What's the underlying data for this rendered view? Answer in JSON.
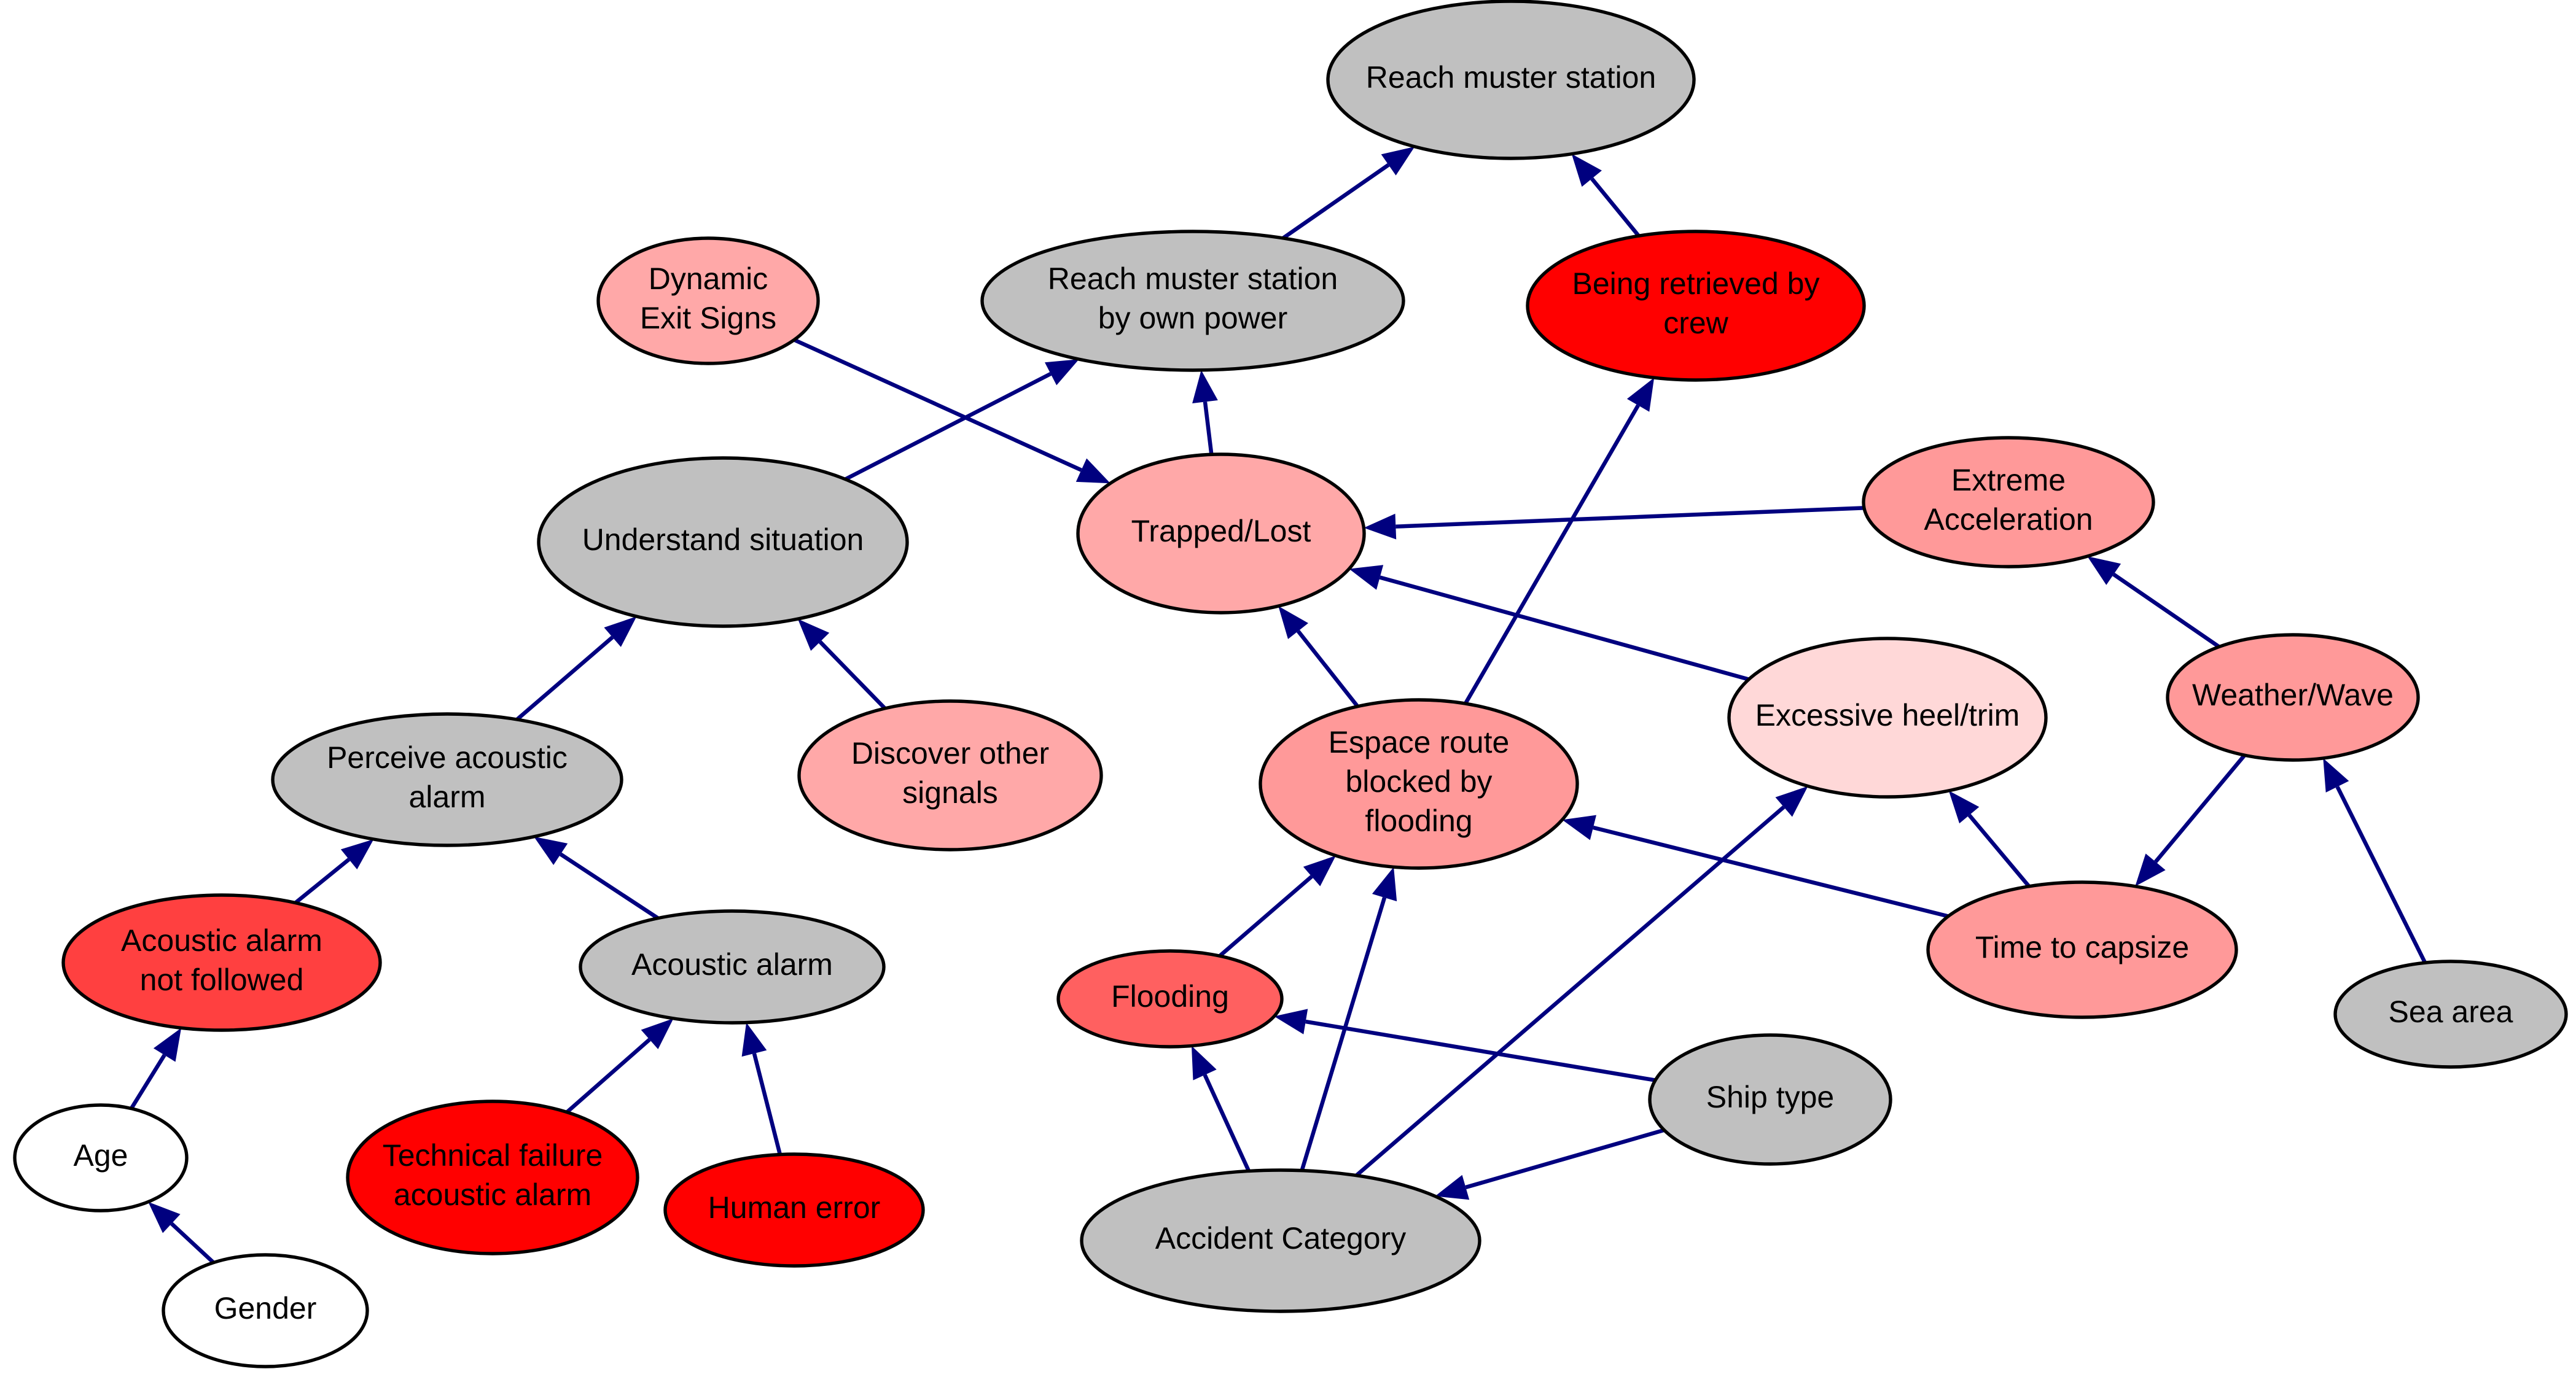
{
  "colors": {
    "edge": "#00007f",
    "gray": "#c0c0c0",
    "white": "#ffffff",
    "red": "#ff0000",
    "dark_red": "#ff4040",
    "medium_red": "#ff6060",
    "salmon": "#ff9999",
    "pink": "#ffa8a8",
    "light_pink": "#ffd8d8"
  },
  "nodes": [
    {
      "id": "reach_muster",
      "lines": [
        "Reach muster station"
      ],
      "color": "#c0c0c0"
    },
    {
      "id": "own_power",
      "lines": [
        "Reach muster station",
        "by own power"
      ],
      "color": "#c0c0c0"
    },
    {
      "id": "retrieved",
      "lines": [
        "Being retrieved by",
        "crew"
      ],
      "color": "#ff0000"
    },
    {
      "id": "exit_signs",
      "lines": [
        "Dynamic",
        "Exit Signs"
      ],
      "color": "#ffa8a8"
    },
    {
      "id": "understand",
      "lines": [
        "Understand situation"
      ],
      "color": "#c0c0c0"
    },
    {
      "id": "trapped",
      "lines": [
        "Trapped/Lost"
      ],
      "color": "#ffa8a8"
    },
    {
      "id": "extreme_acc",
      "lines": [
        "Extreme",
        "Acceleration"
      ],
      "color": "#ff9999"
    },
    {
      "id": "perceive",
      "lines": [
        "Perceive acoustic",
        "alarm"
      ],
      "color": "#c0c0c0"
    },
    {
      "id": "discover",
      "lines": [
        "Discover other",
        "signals"
      ],
      "color": "#ffa8a8"
    },
    {
      "id": "escape_blocked",
      "lines": [
        "Espace route",
        "blocked by",
        "flooding"
      ],
      "color": "#ff9999"
    },
    {
      "id": "heel",
      "lines": [
        "Excessive heel/trim"
      ],
      "color": "#ffd8d8"
    },
    {
      "id": "weather",
      "lines": [
        "Weather/Wave"
      ],
      "color": "#ff9999"
    },
    {
      "id": "alarm_not_followed",
      "lines": [
        "Acoustic alarm",
        "not followed"
      ],
      "color": "#ff4040"
    },
    {
      "id": "acoustic_alarm",
      "lines": [
        "Acoustic alarm"
      ],
      "color": "#c0c0c0"
    },
    {
      "id": "flooding",
      "lines": [
        "Flooding"
      ],
      "color": "#ff6060"
    },
    {
      "id": "capsize",
      "lines": [
        "Time to capsize"
      ],
      "color": "#ff9999"
    },
    {
      "id": "sea_area",
      "lines": [
        "Sea area"
      ],
      "color": "#c0c0c0"
    },
    {
      "id": "ship_type",
      "lines": [
        "Ship type"
      ],
      "color": "#c0c0c0"
    },
    {
      "id": "age",
      "lines": [
        "Age"
      ],
      "color": "#ffffff"
    },
    {
      "id": "tech_failure",
      "lines": [
        "Technical failure",
        "acoustic alarm"
      ],
      "color": "#ff0000"
    },
    {
      "id": "human_error",
      "lines": [
        "Human error"
      ],
      "color": "#ff0000"
    },
    {
      "id": "accident_cat",
      "lines": [
        "Accident Category"
      ],
      "color": "#c0c0c0"
    },
    {
      "id": "gender",
      "lines": [
        "Gender"
      ],
      "color": "#ffffff"
    }
  ],
  "edges": [
    {
      "from": "own_power",
      "to": "reach_muster"
    },
    {
      "from": "retrieved",
      "to": "reach_muster"
    },
    {
      "from": "trapped",
      "to": "own_power"
    },
    {
      "from": "understand",
      "to": "own_power"
    },
    {
      "from": "exit_signs",
      "to": "trapped"
    },
    {
      "from": "extreme_acc",
      "to": "trapped"
    },
    {
      "from": "heel",
      "to": "trapped"
    },
    {
      "from": "escape_blocked",
      "to": "trapped"
    },
    {
      "from": "escape_blocked",
      "to": "retrieved"
    },
    {
      "from": "perceive",
      "to": "understand"
    },
    {
      "from": "discover",
      "to": "understand"
    },
    {
      "from": "weather",
      "to": "extreme_acc"
    },
    {
      "from": "weather",
      "to": "capsize"
    },
    {
      "from": "sea_area",
      "to": "weather"
    },
    {
      "from": "capsize",
      "to": "heel"
    },
    {
      "from": "capsize",
      "to": "escape_blocked"
    },
    {
      "from": "flooding",
      "to": "escape_blocked"
    },
    {
      "from": "accident_cat",
      "to": "escape_blocked"
    },
    {
      "from": "accident_cat",
      "to": "heel"
    },
    {
      "from": "accident_cat",
      "to": "flooding"
    },
    {
      "from": "ship_type",
      "to": "flooding"
    },
    {
      "from": "ship_type",
      "to": "accident_cat"
    },
    {
      "from": "alarm_not_followed",
      "to": "perceive"
    },
    {
      "from": "acoustic_alarm",
      "to": "perceive"
    },
    {
      "from": "tech_failure",
      "to": "acoustic_alarm"
    },
    {
      "from": "human_error",
      "to": "acoustic_alarm"
    },
    {
      "from": "age",
      "to": "alarm_not_followed"
    },
    {
      "from": "gender",
      "to": "age"
    }
  ]
}
